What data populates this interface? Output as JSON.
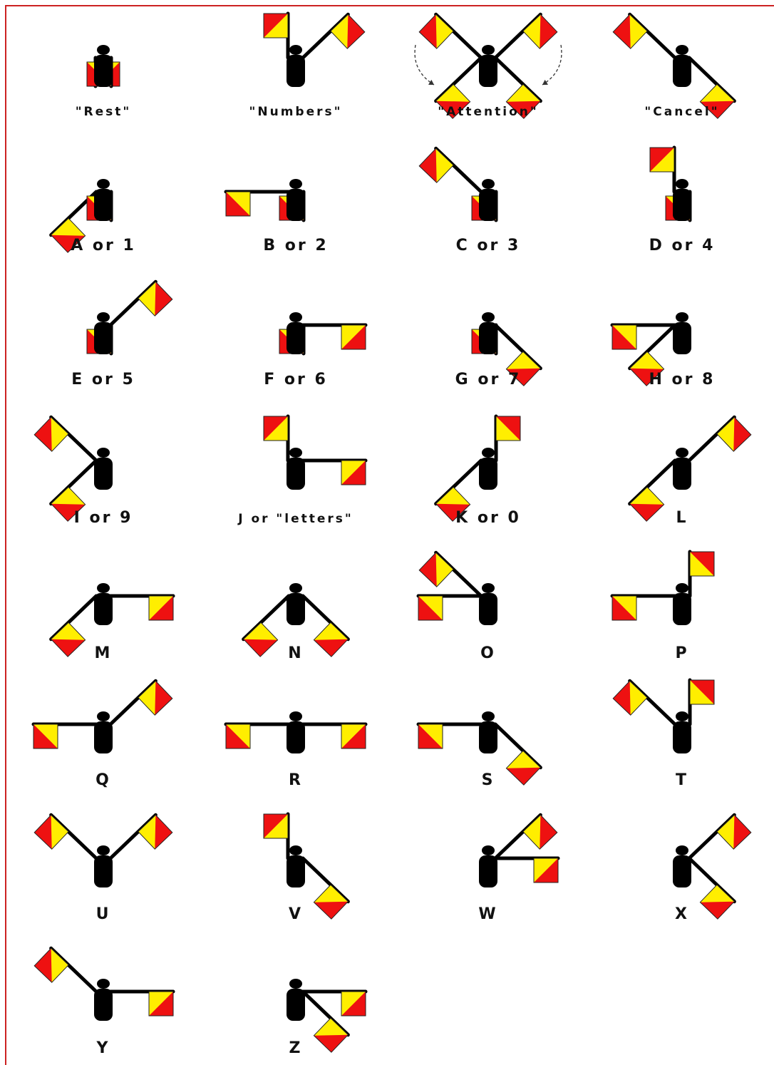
{
  "colors": {
    "flag_red": "#ee1111",
    "flag_yellow": "#ffee00",
    "figure": "#000000",
    "border": "#cc2222"
  },
  "signals": [
    {
      "label": "\"Rest\"",
      "arms": [
        "down",
        "down"
      ]
    },
    {
      "label": "\"Numbers\"",
      "arms": [
        "up",
        "ne"
      ]
    },
    {
      "label": "\"Attention\"",
      "arms": [
        "nw",
        "ne"
      ],
      "extra": [
        "sw",
        "se"
      ]
    },
    {
      "label": "\"Cancel\"",
      "arms": [
        "nw",
        "se"
      ]
    },
    {
      "label": "A or 1",
      "arms": [
        "sw",
        "down"
      ]
    },
    {
      "label": "B or 2",
      "arms": [
        "w",
        "down"
      ]
    },
    {
      "label": "C or 3",
      "arms": [
        "nw",
        "down"
      ]
    },
    {
      "label": "D or 4",
      "arms": [
        "up",
        "down"
      ]
    },
    {
      "label": "E or 5",
      "arms": [
        "ne",
        "down"
      ]
    },
    {
      "label": "F or 6",
      "arms": [
        "e",
        "down"
      ]
    },
    {
      "label": "G or 7",
      "arms": [
        "se",
        "down"
      ]
    },
    {
      "label": "H or 8",
      "arms": [
        "w",
        "sw"
      ]
    },
    {
      "label": "I or 9",
      "arms": [
        "nw",
        "sw"
      ]
    },
    {
      "label": "J or \"letters\"",
      "arms": [
        "up",
        "e"
      ]
    },
    {
      "label": "K or 0",
      "arms": [
        "sw",
        "up"
      ]
    },
    {
      "label": "L",
      "arms": [
        "sw",
        "ne"
      ]
    },
    {
      "label": "M",
      "arms": [
        "sw",
        "e"
      ]
    },
    {
      "label": "N",
      "arms": [
        "sw",
        "se"
      ]
    },
    {
      "label": "O",
      "arms": [
        "w",
        "nw"
      ]
    },
    {
      "label": "P",
      "arms": [
        "w",
        "up"
      ]
    },
    {
      "label": "Q",
      "arms": [
        "w",
        "ne"
      ]
    },
    {
      "label": "R",
      "arms": [
        "w",
        "e"
      ]
    },
    {
      "label": "S",
      "arms": [
        "w",
        "se"
      ]
    },
    {
      "label": "T",
      "arms": [
        "nw",
        "up"
      ]
    },
    {
      "label": "U",
      "arms": [
        "nw",
        "ne"
      ]
    },
    {
      "label": "V",
      "arms": [
        "up",
        "se"
      ]
    },
    {
      "label": "W",
      "arms": [
        "ne",
        "e"
      ]
    },
    {
      "label": "X",
      "arms": [
        "ne",
        "se"
      ]
    },
    {
      "label": "Y",
      "arms": [
        "nw",
        "e"
      ]
    },
    {
      "label": "Z",
      "arms": [
        "e",
        "se"
      ]
    }
  ]
}
